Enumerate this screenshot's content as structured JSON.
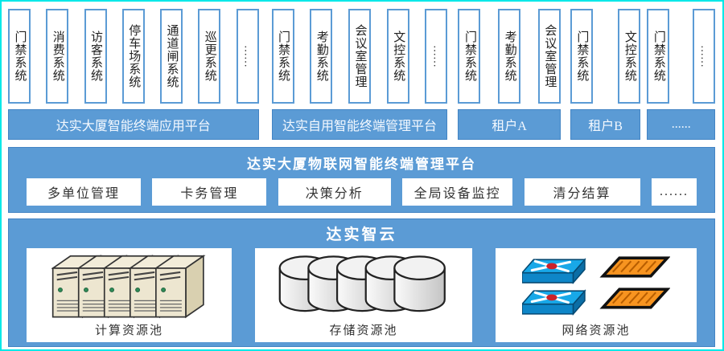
{
  "palette": {
    "blue_fill": "#5b9bd5",
    "blue_border": "#4384c4",
    "outer_border": "#00e8e8",
    "box_text": "#222222",
    "band_title_text": "#ffffff",
    "server_beige": "#ede6d0",
    "cylinder_gray": "#e8e8e8",
    "router_blue": "#18a8e8",
    "hub_orange": "#f79420"
  },
  "top": {
    "groups": [
      {
        "systems": [
          "门禁系统",
          "消费系统",
          "访客系统",
          "停车场系统",
          "通道闸系统",
          "巡更系统",
          "……"
        ],
        "platform": "达实大厦智能终端应用平台"
      },
      {
        "systems": [
          "门禁系统",
          "考勤系统",
          "会议室管理",
          "文控系统",
          "……"
        ],
        "platform": "达实自用智能终端管理平台"
      },
      {
        "systems": [
          "门禁系统",
          "考勤系统",
          "会议室管理"
        ],
        "platform": "租户A"
      },
      {
        "systems": [
          "门禁系统",
          "文控系统"
        ],
        "platform": "租户B"
      },
      {
        "systems": [
          "门禁系统",
          "……"
        ],
        "platform": "......"
      }
    ]
  },
  "management_platform": {
    "title": "达实大厦物联网智能终端管理平台",
    "modules": [
      "多单位管理",
      "卡务管理",
      "决策分析",
      "全局设备监控",
      "清分结算",
      "......"
    ]
  },
  "cloud": {
    "title": "达实智云",
    "pools": [
      {
        "label": "计算资源池",
        "icon": "server-pool-icon"
      },
      {
        "label": "存储资源池",
        "icon": "storage-pool-icon"
      },
      {
        "label": "网络资源池",
        "icon": "network-pool-icon"
      }
    ]
  }
}
